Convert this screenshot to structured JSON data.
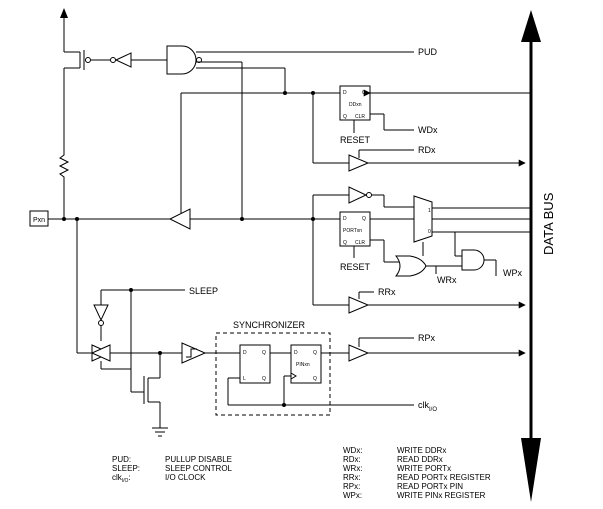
{
  "labels": {
    "pud": "PUD",
    "wdx": "WDx",
    "ddxn": "DDxn",
    "reset1": "RESET",
    "rdx": "RDx",
    "portxn": "PORTxn",
    "reset2": "RESET",
    "wrx": "WRx",
    "wpx": "WPx",
    "rrx": "RRx",
    "sleep": "SLEEP",
    "synchronizer": "SYNCHRONIZER",
    "pinxn": "PINxn",
    "rpx": "RPx",
    "clk": "clk",
    "clk_sub": "I/O",
    "pxn": "Pxn",
    "data_bus": "DATA BUS"
  },
  "pins": {
    "ff_d": "D",
    "ff_q": "Q",
    "ff_qbar": "Q",
    "ff_clr": "CLR",
    "sync_l": "L",
    "mux_1": "1",
    "mux_0": "0"
  },
  "legend_left": [
    {
      "abbr": "PUD:",
      "desc": "PULLUP DISABLE"
    },
    {
      "abbr": "SLEEP:",
      "desc": "SLEEP CONTROL"
    },
    {
      "abbr": "clk",
      "sub": "I/O",
      "suffix": ":",
      "desc": "I/O CLOCK"
    }
  ],
  "legend_right": [
    {
      "abbr": "WDx:",
      "desc": "WRITE DDRx"
    },
    {
      "abbr": "RDx:",
      "desc": "READ DDRx"
    },
    {
      "abbr": "WRx:",
      "desc": "WRITE PORTx"
    },
    {
      "abbr": "RRx:",
      "desc": "READ PORTx REGISTER"
    },
    {
      "abbr": "RPx:",
      "desc": "READ PORTx PIN"
    },
    {
      "abbr": "WPx:",
      "desc": "WRITE PINx REGISTER"
    }
  ]
}
